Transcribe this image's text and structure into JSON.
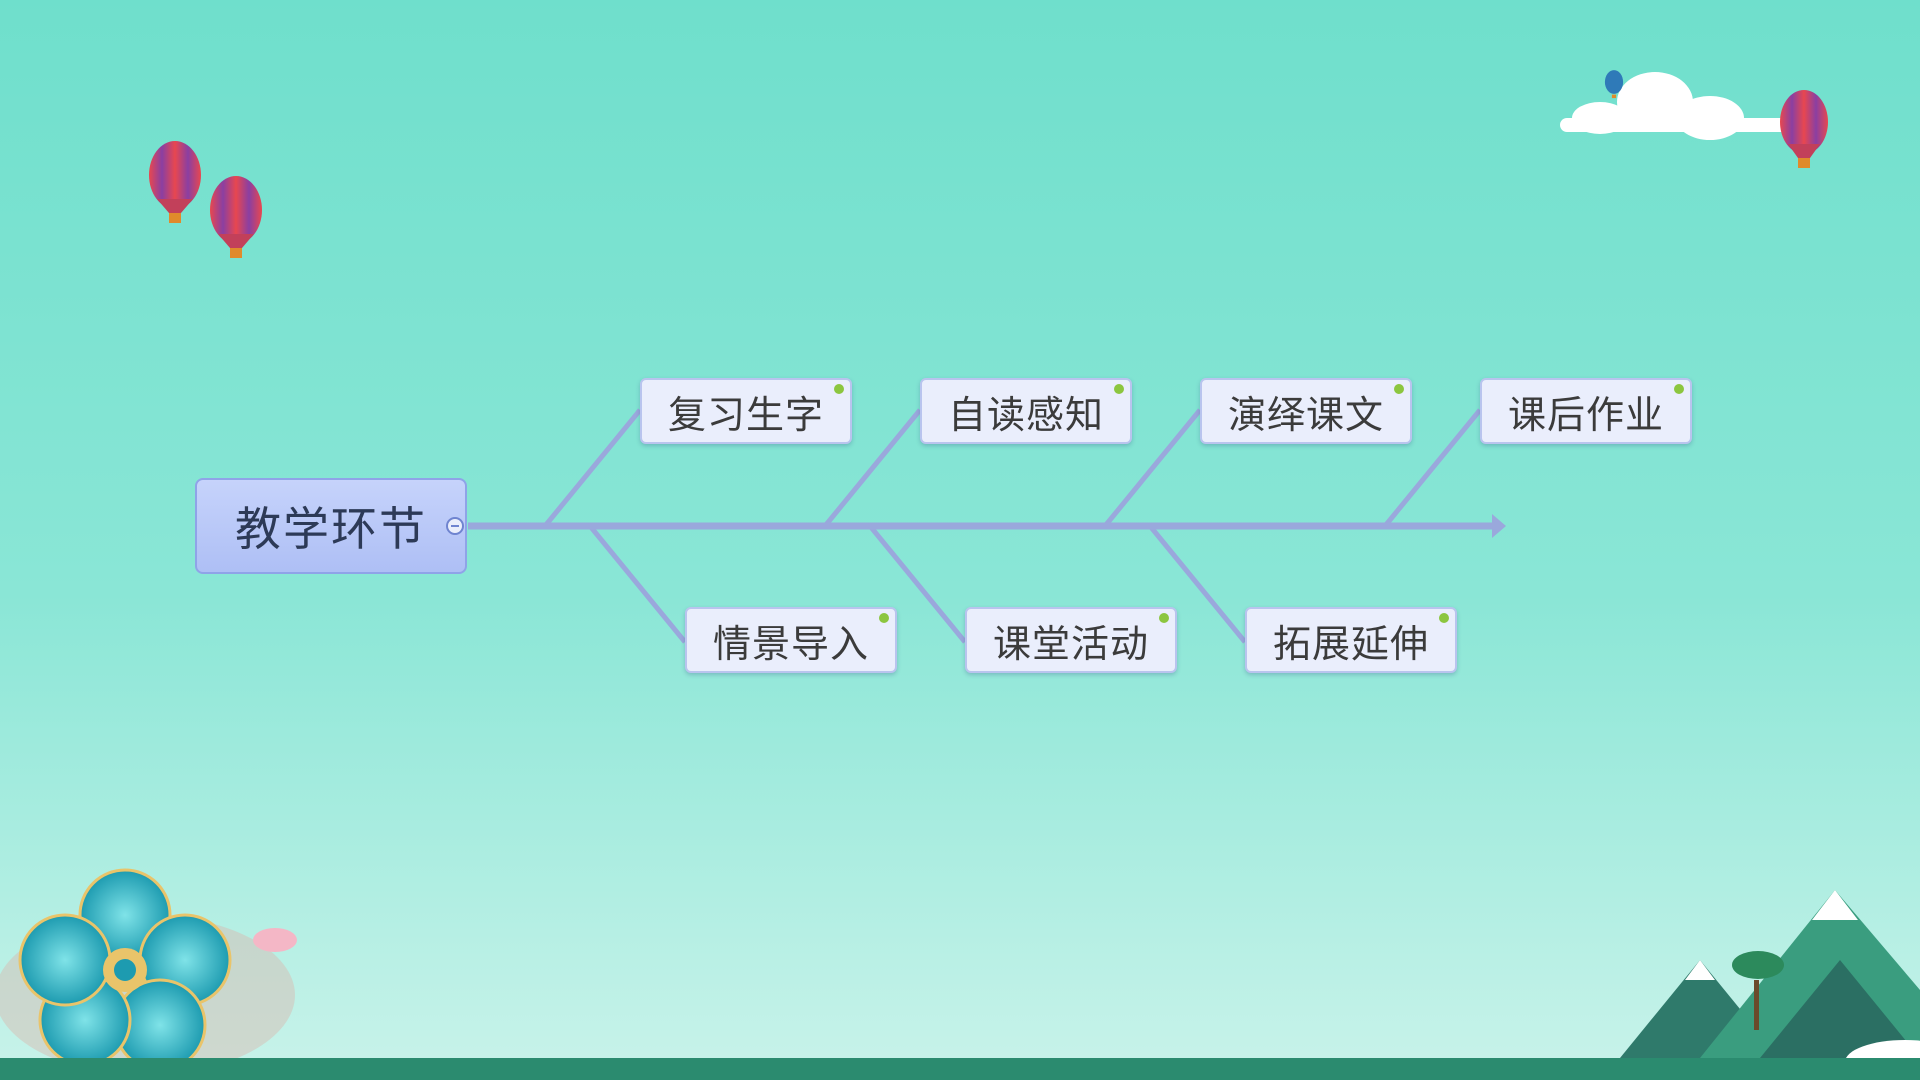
{
  "diagram": {
    "type": "fishbone",
    "root": {
      "label": "教学环节"
    },
    "branches_top": [
      {
        "label": "复习生字"
      },
      {
        "label": "自读感知"
      },
      {
        "label": "演绎课文"
      },
      {
        "label": "课后作业"
      }
    ],
    "branches_bottom": [
      {
        "label": "情景导入"
      },
      {
        "label": "课堂活动"
      },
      {
        "label": "拓展延伸"
      }
    ]
  },
  "colors": {
    "spine": "#9aa8dc",
    "node_fill": "#eaeefc",
    "root_fill": "#b8c7f8",
    "status_dot": "#8cc63f"
  },
  "icons": [
    "hot-air-balloon-icon",
    "cloud-icon",
    "flower-ornament-icon",
    "mountain-icon",
    "collapse-icon"
  ]
}
